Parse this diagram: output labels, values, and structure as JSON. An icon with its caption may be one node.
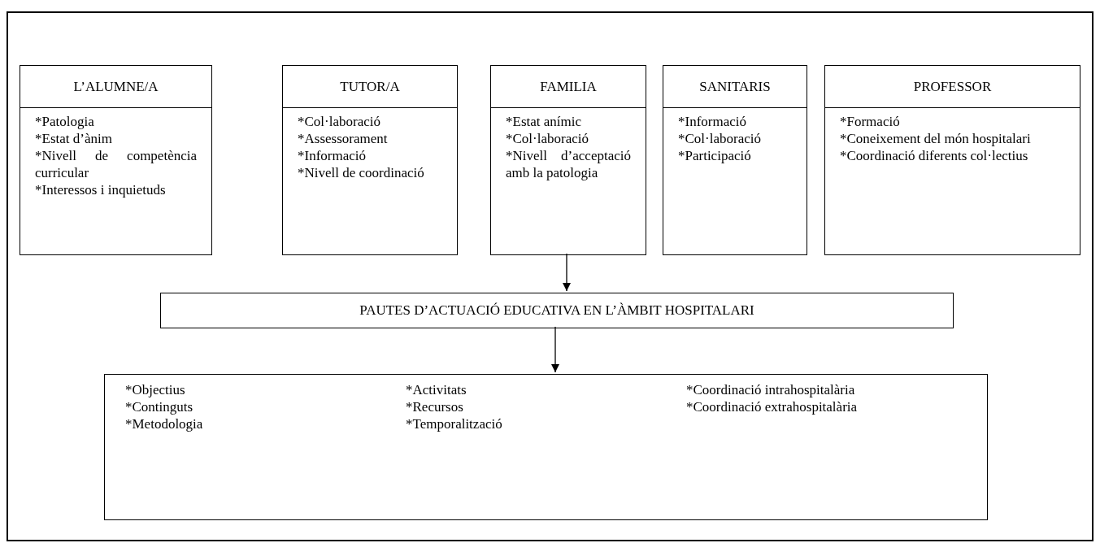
{
  "diagram": {
    "nodes": [
      {
        "text": [],
        "shape": "box"
      },
      {
        "text": [
          "L’ALUMNE/A",
          "*Patologia",
          "*Estat d’ànim",
          "*Nivell de competència curricular",
          "*Interessos i inquietuds"
        ],
        "in": 0
      },
      {
        "text": [
          "TUTOR/A",
          "*Col·laboració",
          "*Assessorament",
          "*Informació",
          "*Nivell de coordinació"
        ],
        "in": 0
      },
      {
        "text": [
          "FAMILIA",
          "*Estat anímic",
          "*Col·laboració",
          "*Nivell d’acceptació amb la patologia"
        ],
        "in": 0
      },
      {
        "text": [
          "SANITARIS",
          "*Informació",
          "*Col·laboració",
          "*Participació"
        ],
        "in": 0
      },
      {
        "text": [
          "PROFESSOR",
          "*Formació",
          "*Coneixement del món hospitalari",
          "*Coordinació diferents col·lectius"
        ],
        "in": 0
      },
      {
        "text": [
          "PAUTES D’ACTUACIÓ EDUCATIVA EN L’ÀMBIT HOSPITALARI"
        ],
        "in": 0
      },
      {
        "text": [
          "*Objectius",
          "*Continguts",
          "*Metodologia",
          "*Activitats",
          "*Recursos",
          "*Temporalització",
          "*Coordinació intrahospitalària",
          "*Coordinació extrahospitalària"
        ],
        "in": 0
      }
    ],
    "edges": [
      {
        "from": 3,
        "to": 6,
        "arrow": "to"
      },
      {
        "from": 6,
        "to": 7,
        "arrow": "to"
      }
    ]
  }
}
